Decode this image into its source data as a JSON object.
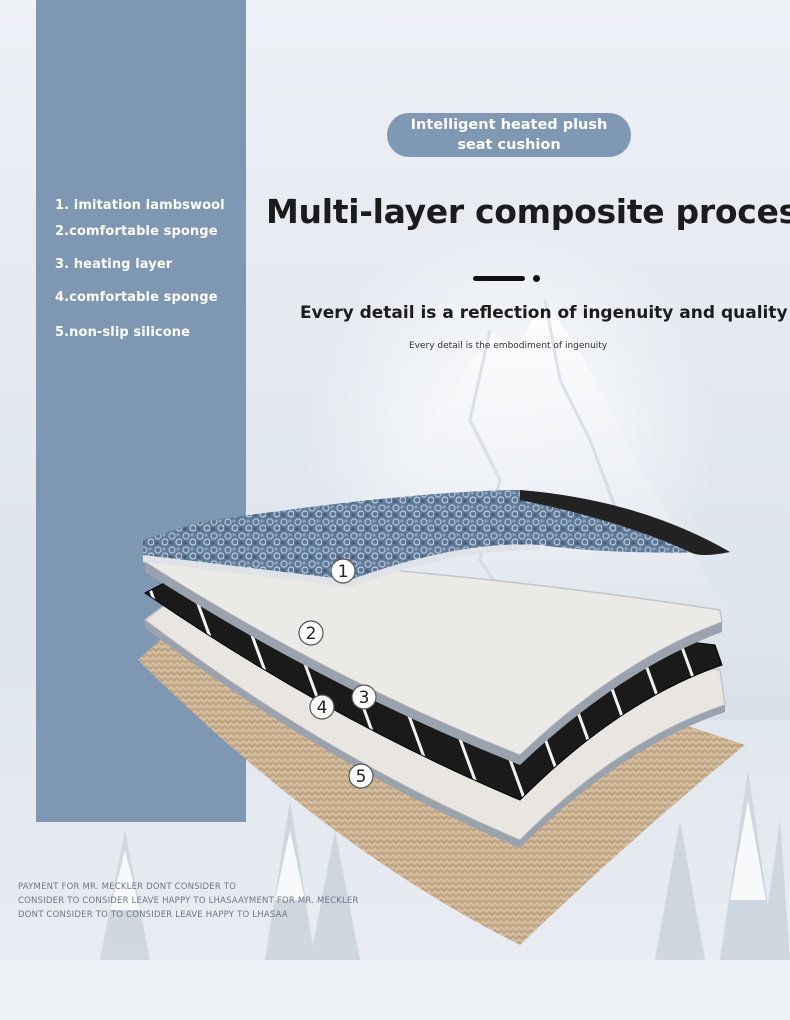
{
  "badge": {
    "line1": "Intelligent heated plush",
    "line2": "seat cushion"
  },
  "title": "Multi-layer composite process",
  "subtitle": "Every detail is a reflection of ingenuity and quality",
  "caption": "Every detail is the embodiment of ingenuity",
  "layers": [
    "1. imitation lambswool",
    "2.comfortable sponge",
    "3. heating layer",
    "4.comfortable sponge",
    "5.non-slip silicone"
  ],
  "markers": [
    "1",
    "2",
    "3",
    "4",
    "5"
  ],
  "watermark": [
    "PAYMENT FOR MR. MECKLER DONT CONSIDER TO",
    "CONSIDER TO CONSIDER LEAVE HAPPY TO LHASAAYMENT FOR MR. MECKLER",
    "DONT CONSIDER TO  TO CONSIDER LEAVE HAPPY TO LHASAA"
  ],
  "colors": {
    "panel": "#7e97b3",
    "badge": "#7f98b3",
    "wool": "#5f7a98",
    "sponge": "#e9e6e1",
    "heating": "#1b1b1b",
    "silicone": "#cdb494"
  },
  "icons": [
    "snowy-mountain",
    "snow-trees"
  ]
}
